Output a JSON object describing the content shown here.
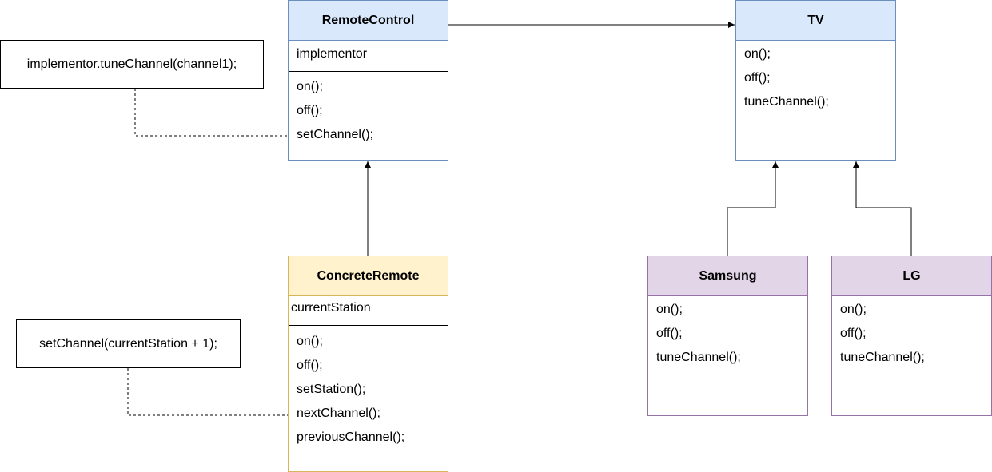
{
  "classes": {
    "remote_control": {
      "name": "RemoteControl",
      "attribute": "implementor",
      "operations": [
        "on();",
        "off();",
        "setChannel();"
      ]
    },
    "tv": {
      "name": "TV",
      "operations": [
        "on();",
        "off();",
        "tuneChannel();"
      ]
    },
    "concrete_remote": {
      "name": "ConcreteRemote",
      "attribute": "currentStation",
      "operations": [
        "on();",
        "off();",
        "setStation();",
        "nextChannel();",
        "previousChannel();"
      ]
    },
    "samsung": {
      "name": "Samsung",
      "operations": [
        "on();",
        "off();",
        "tuneChannel();"
      ]
    },
    "lg": {
      "name": "LG",
      "operations": [
        "on();",
        "off();",
        "tuneChannel();"
      ]
    }
  },
  "notes": {
    "set_channel_impl": "implementor.tuneChannel(channel1);",
    "next_channel_impl": "setChannel(currentStation + 1);"
  },
  "colors": {
    "blue_fill": "#dae8fc",
    "blue_stroke": "#6c8ebf",
    "yellow_fill": "#fff2cc",
    "yellow_stroke": "#d6b656",
    "purple_fill": "#e1d5e7",
    "purple_stroke": "#9673a6"
  }
}
